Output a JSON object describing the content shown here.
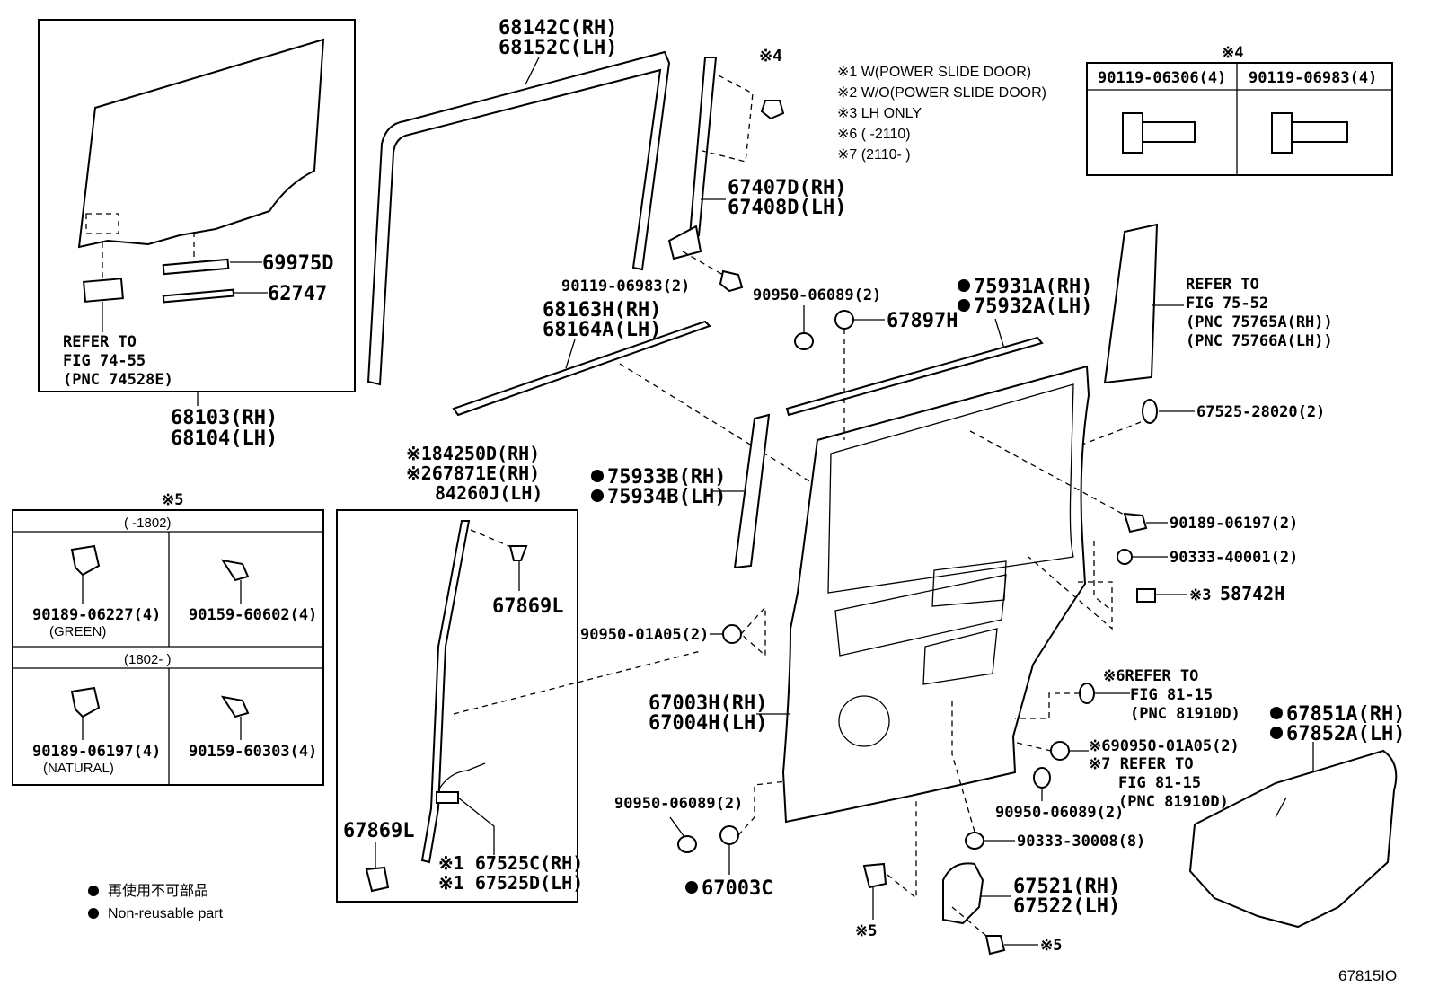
{
  "colors": {
    "ink": "#000000",
    "background": "#ffffff"
  },
  "figure_id": "67815IO",
  "notes": [
    "※1 W(POWER SLIDE DOOR)",
    "※2 W/O(POWER SLIDE DOOR)",
    "※3 LH ONLY",
    "※6 (      -2110)",
    "※7 (2110-      )"
  ],
  "legend": {
    "jp": "再使用不可部品",
    "en": "Non-reusable part",
    "marker_icon": "filled-circle-icon"
  },
  "bolt_table": {
    "title": "※4",
    "col1": "90119-06306(4)",
    "col2": "90119-06983(4)"
  },
  "clip_table": {
    "title": "※5",
    "row1_range": "(      -1802)",
    "row2_range": "(1802-      )",
    "c11": "90189-06227(4)",
    "c11_note": "(GREEN)",
    "c12": "90159-60602(4)",
    "c21": "90189-06197(4)",
    "c21_note": "(NATURAL)",
    "c22": "90159-60303(4)"
  },
  "glass_box": {
    "p1": "69975D",
    "p2": "62747",
    "ref1": "REFER TO",
    "ref2": "FIG 74-55",
    "ref3": "(PNC 74528E)",
    "a1": "68103(RH)",
    "a2": "68104(LH)"
  },
  "parts": {
    "run_channel_rh": "68142C(RH)",
    "run_channel_lh": "68152C(LH)",
    "mark4": "※4",
    "div_bar_rh": "67407D(RH)",
    "div_bar_lh": "67408D(LH)",
    "bolt2": "90119-06983(2)",
    "weather_rh": "68163H(RH)",
    "weather_lh": "68164A(LH)",
    "plug_top": "90950-06089(2)",
    "p67897h": "67897H",
    "mold_rh": "75931A(RH)",
    "mold_lh": "75932A(LH)",
    "ref_r1": "REFER TO",
    "ref_r2": "FIG 75-52",
    "ref_r3": "(PNC 75765A(RH))",
    "ref_r4": "(PNC 75766A(LH))",
    "plug_right": "67525-28020(2)",
    "garnish_rh": "75933B(RH)",
    "garnish_lh": "75934B(LH)",
    "clip_r": "90189-06197(2)",
    "plug_r2": "90333-40001(2)",
    "p58742h": "58742H",
    "mark3": "※3",
    "sens1": "※184250D(RH)",
    "sens2": "※267871E(RH)",
    "sens3": "84260J(LH)",
    "p67869l_a": "67869L",
    "p67869l_b": "67869L",
    "hole_plug_left": "90950-01A05(2)",
    "ref6a": "※6REFER TO",
    "ref6b": "FIG 81-15",
    "ref6c": "(PNC 81910D)",
    "panel_rh": "67003H(RH)",
    "panel_lh": "67004H(LH)",
    "cover_rh": "67851A(RH)",
    "cover_lh": "67852A(LH)",
    "hole_plug_right": "※690950-01A05(2)",
    "ref7a": "※7 REFER TO",
    "ref7b": "FIG 81-15",
    "ref7c": "(PNC 81910D)",
    "plug_bl": "90950-06089(2)",
    "plug_br": "90950-06089(2)",
    "plug_b8": "90333-30008(8)",
    "wire_rh": "※1 67525C(RH)",
    "wire_lh": "※1 67525D(LH)",
    "seal": "67003C",
    "cover_b_rh": "67521(RH)",
    "cover_b_lh": "67522(LH)",
    "mark5a": "※5",
    "mark5b": "※5"
  }
}
